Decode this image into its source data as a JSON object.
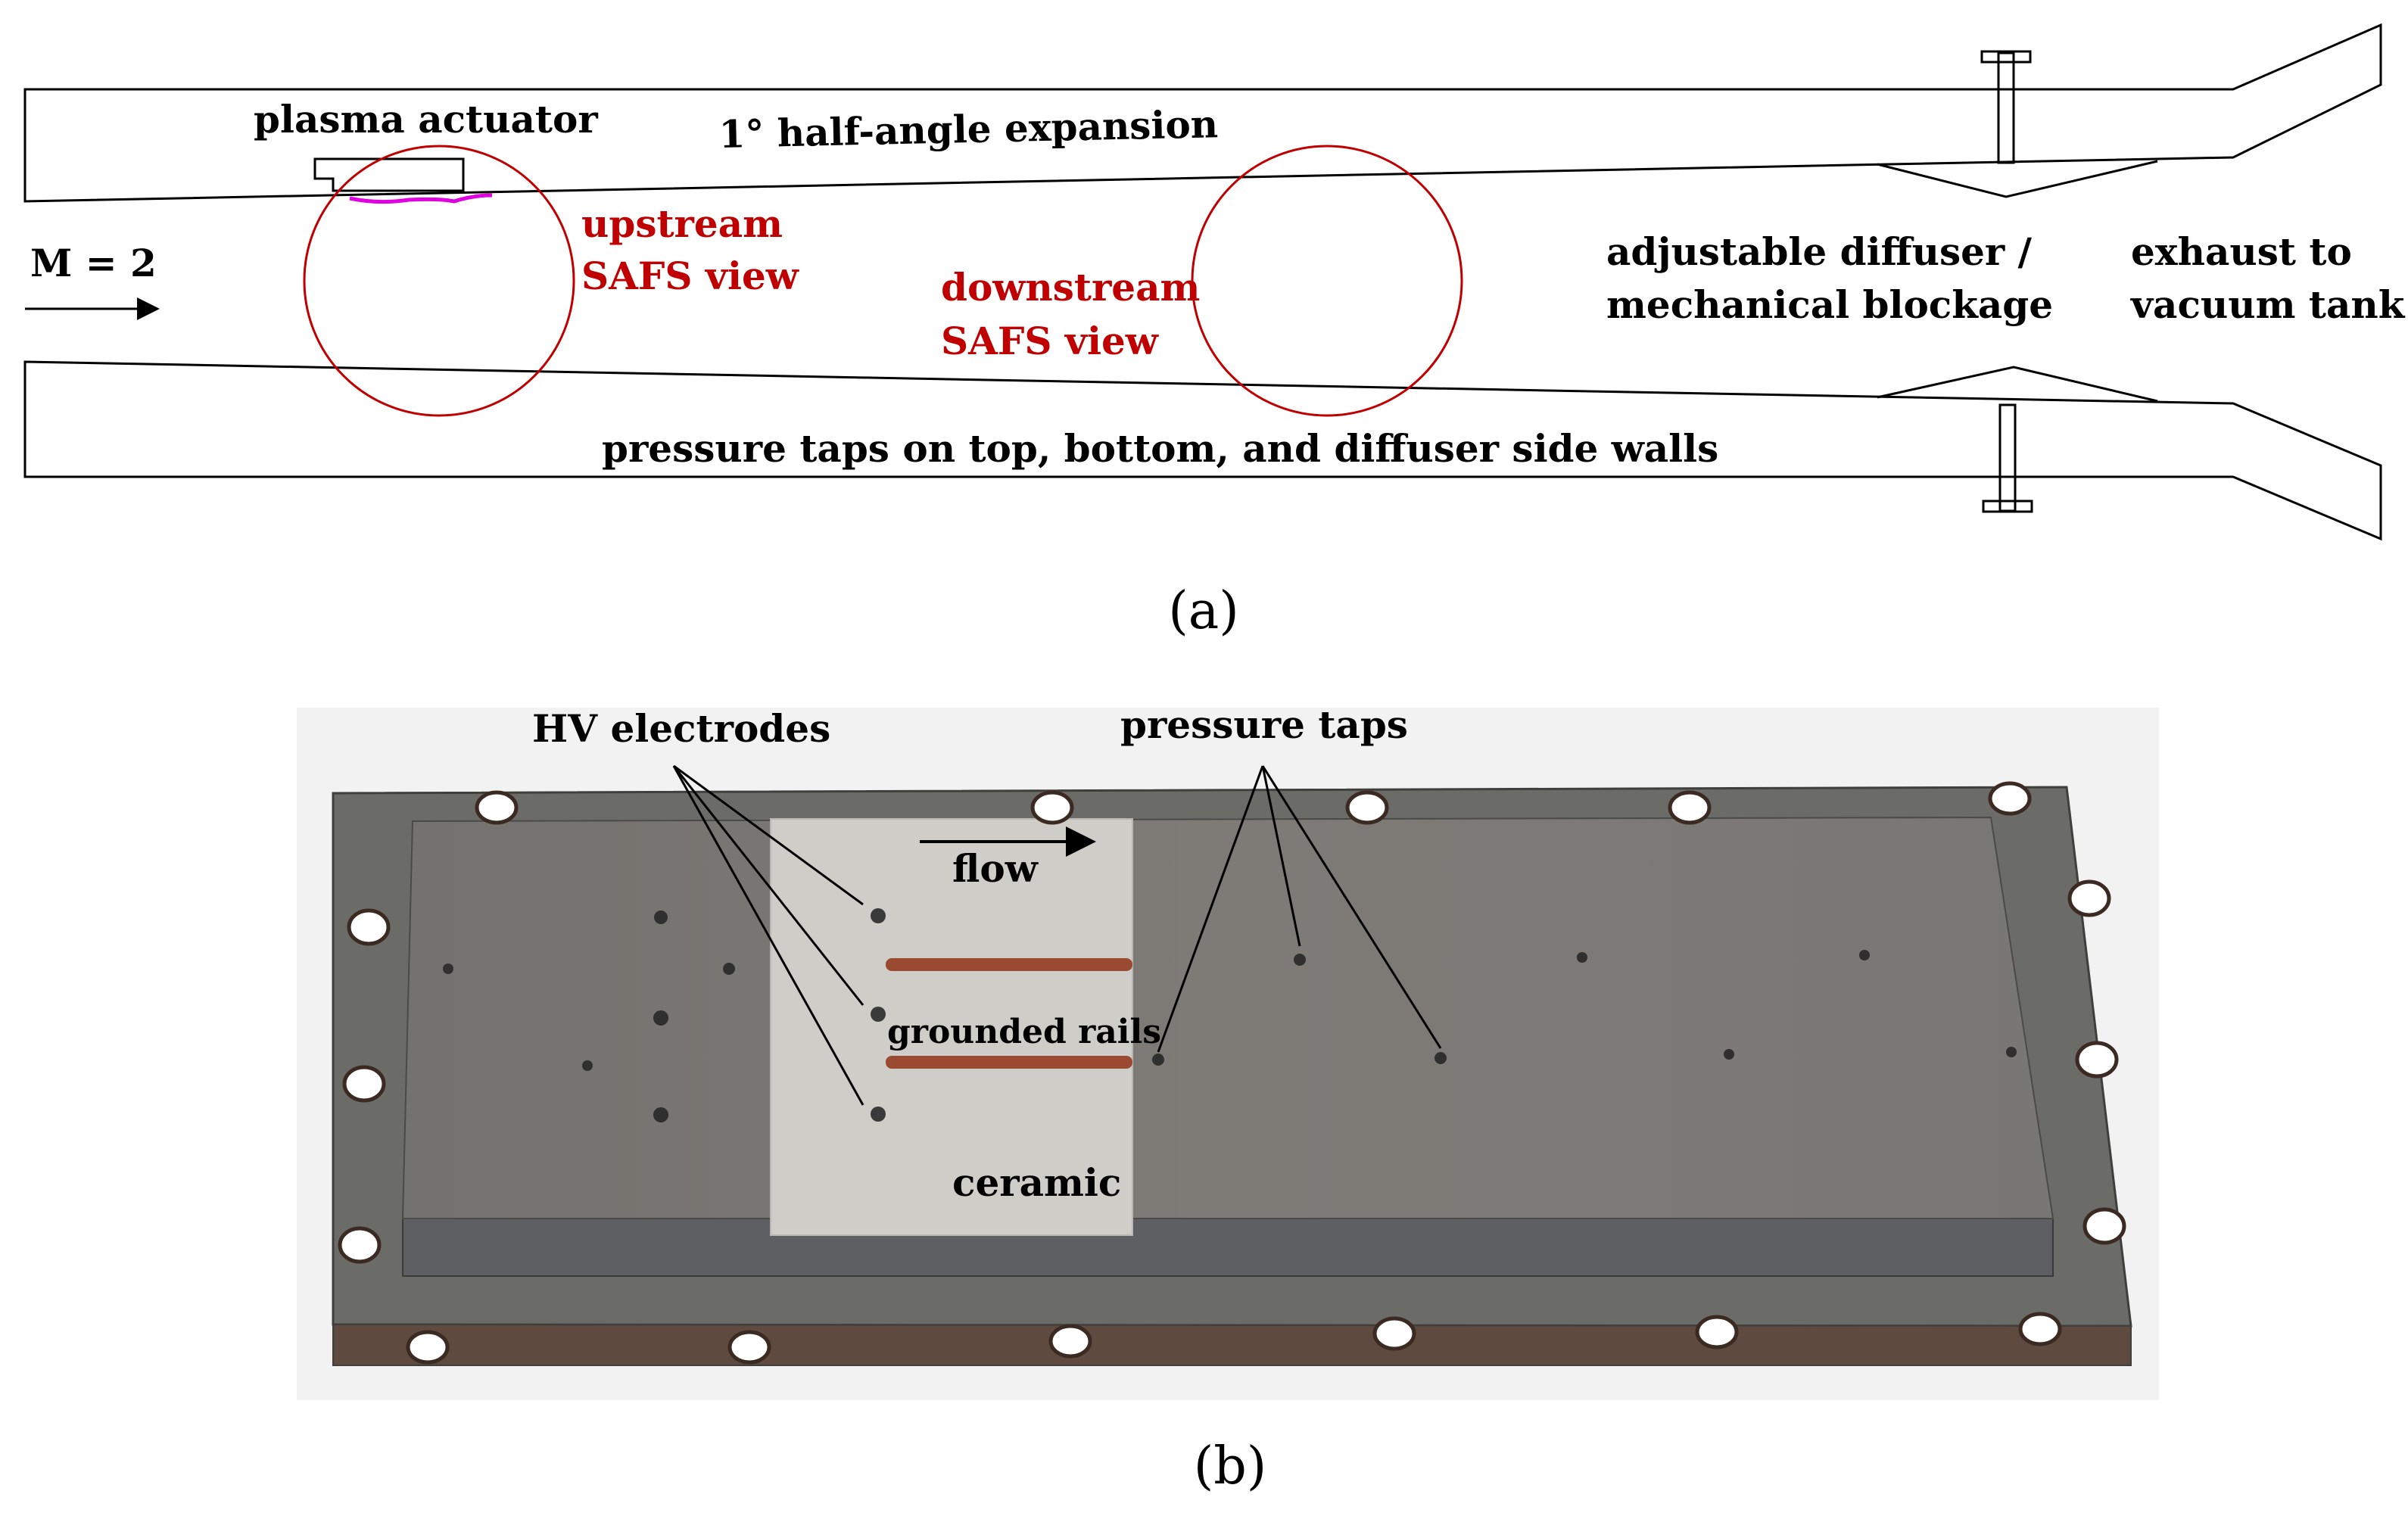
{
  "panel_a": {
    "caption": "(a)",
    "labels": {
      "plasma_actuator": "plasma actuator",
      "expansion": "1° half-angle expansion",
      "mach": "M = 2",
      "upstream_1": "upstream",
      "upstream_2": "SAFS view",
      "downstream_1": "downstream",
      "downstream_2": "SAFS view",
      "diffuser_1": "adjustable diffuser /",
      "diffuser_2": "mechanical blockage",
      "exhaust_1": "exhaust to",
      "exhaust_2": "vacuum tank",
      "pressure_taps": "pressure taps on top, bottom, and diffuser side walls"
    },
    "colors": {
      "outline": "#000000",
      "view_circle": "#c00000",
      "view_text": "#c00000",
      "plasma": "#e000e0"
    }
  },
  "panel_b": {
    "caption": "(b)",
    "labels": {
      "hv_electrodes": "HV electrodes",
      "pressure_taps": "pressure taps",
      "flow": "flow",
      "grounded_rails": "grounded rails",
      "ceramic": "ceramic"
    },
    "colors": {
      "plate": "#6a6a66",
      "insert": "#7c7a76",
      "ceramic": "#cfcdc8",
      "rails": "#9a4a30"
    }
  }
}
